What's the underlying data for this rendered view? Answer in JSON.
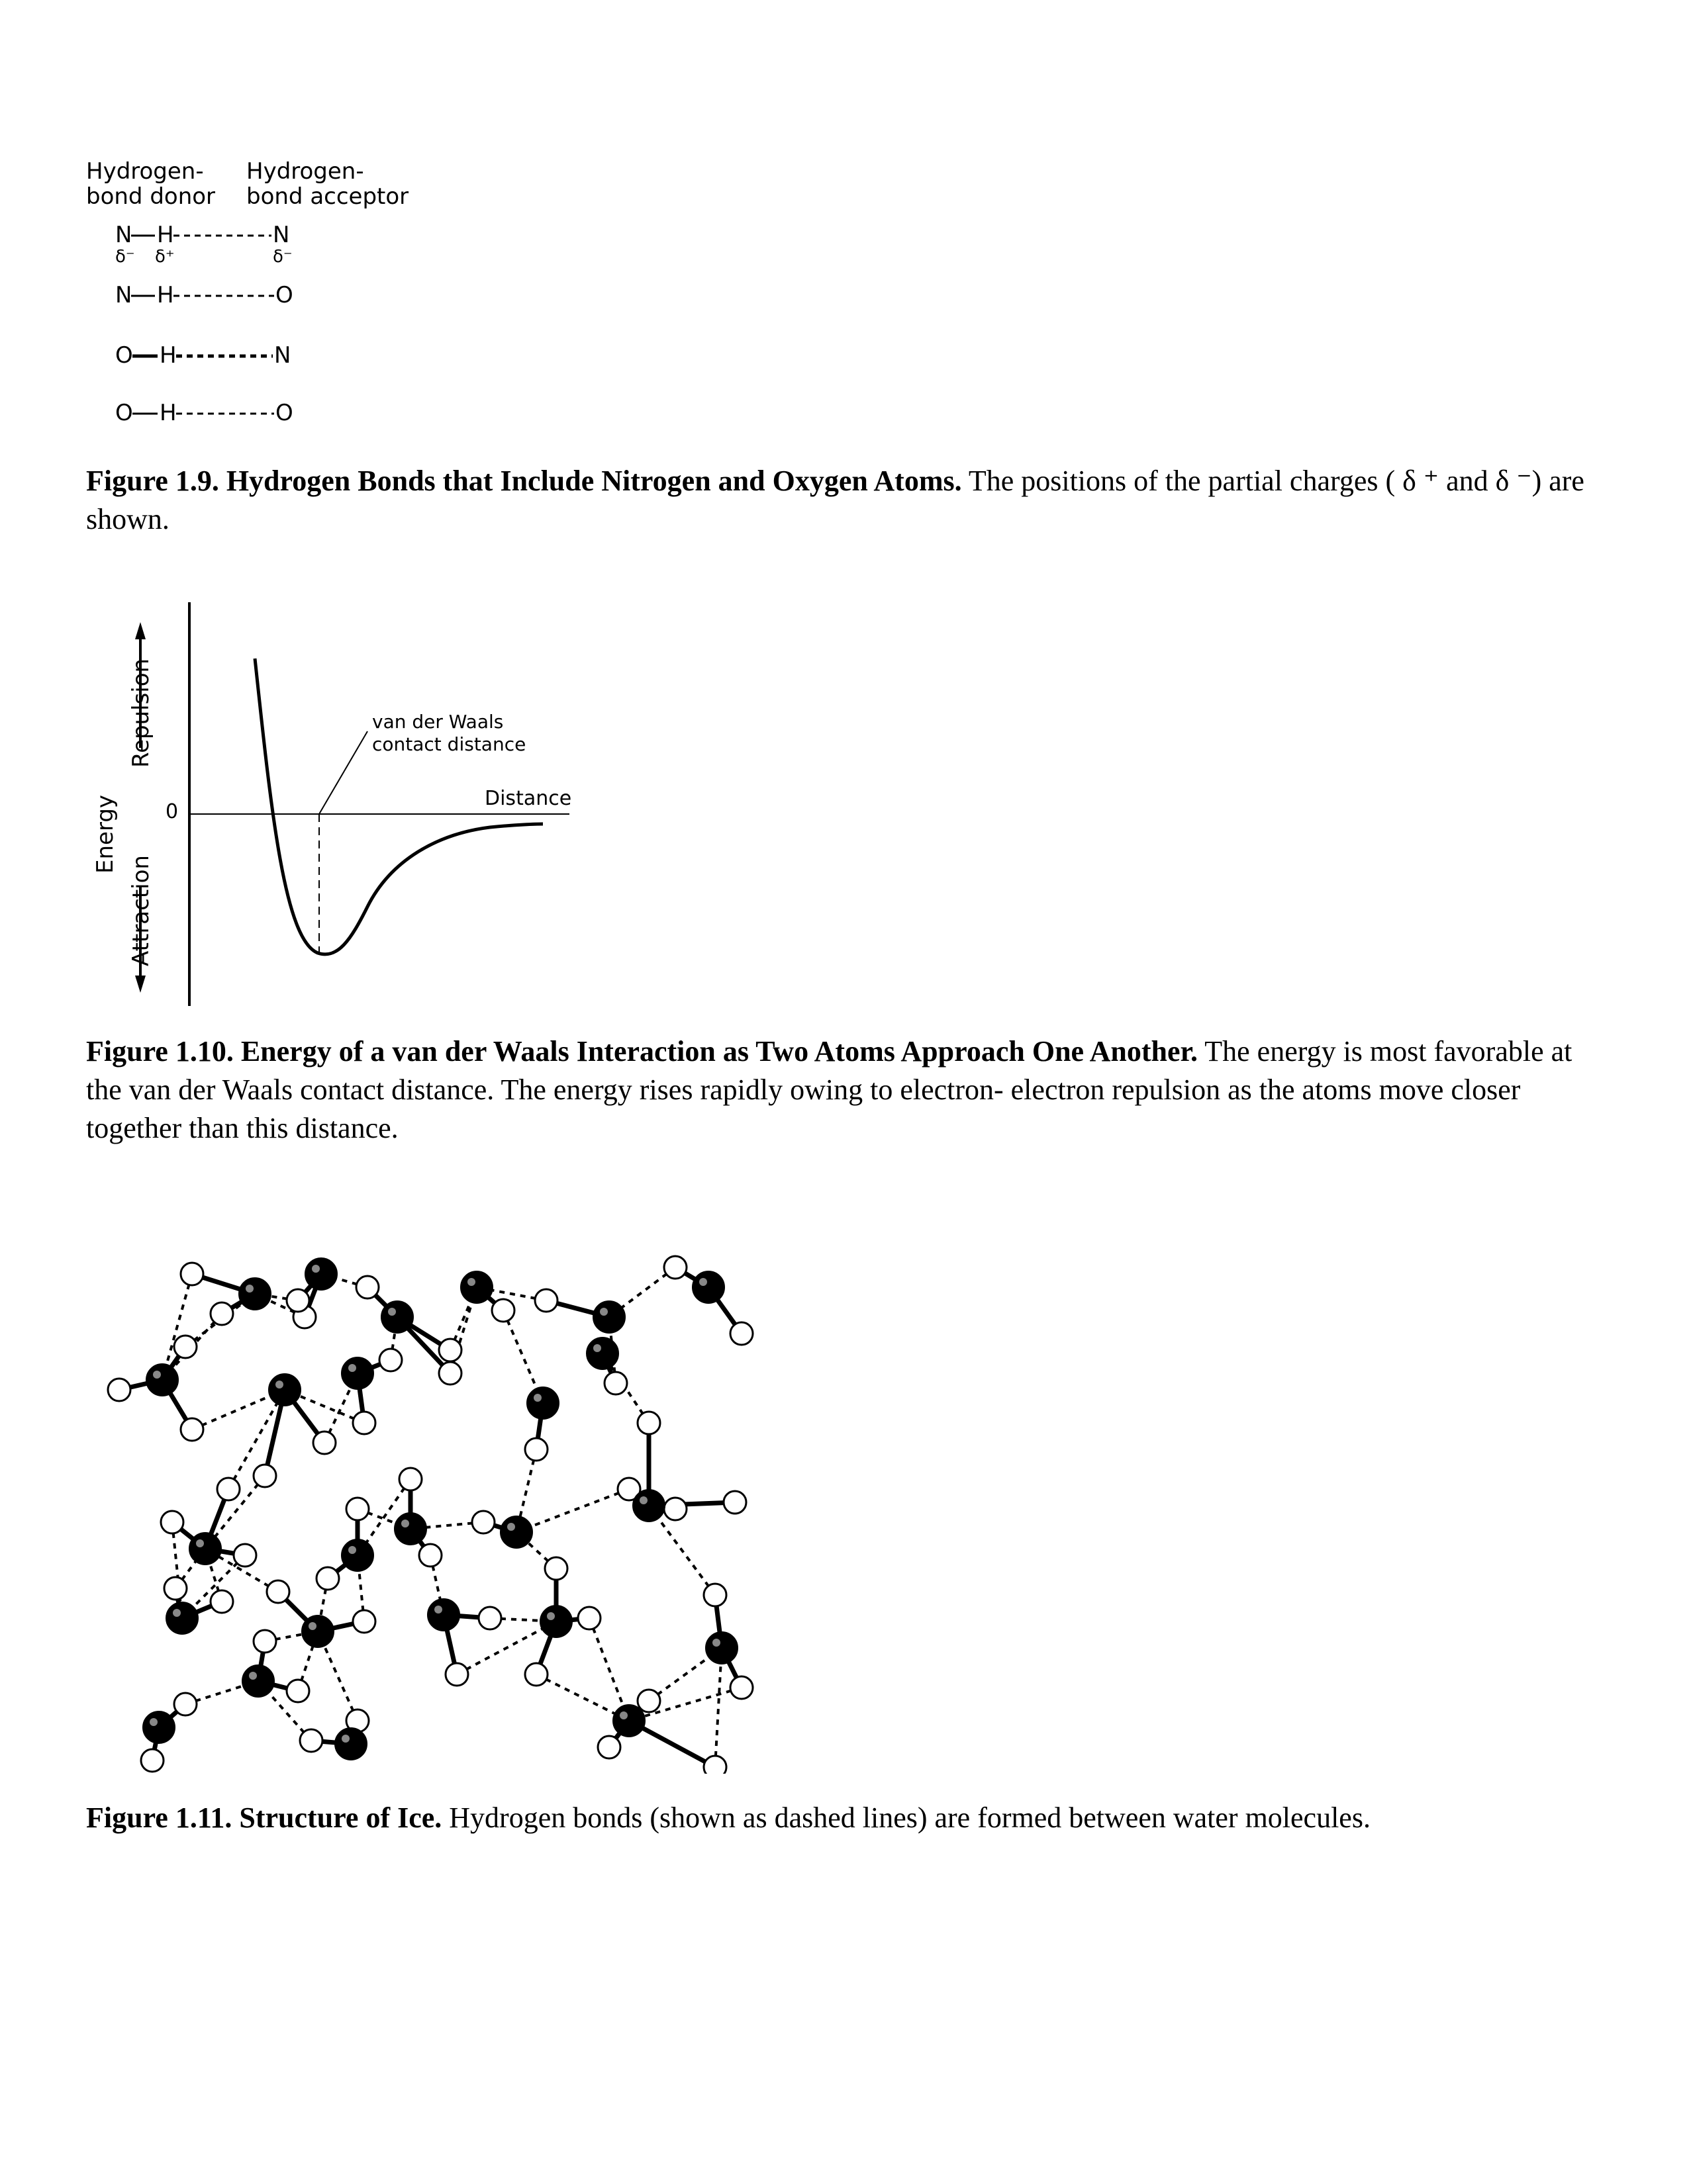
{
  "fig9": {
    "donor_header": [
      "Hydrogen-",
      "bond donor"
    ],
    "acceptor_header": [
      "Hydrogen-",
      "bond acceptor"
    ],
    "rows": [
      {
        "left": "N",
        "h": "H",
        "right": "N",
        "charges": {
          "left": "δ⁻",
          "h": "δ⁺",
          "right": "δ⁻"
        }
      },
      {
        "left": "N",
        "h": "H",
        "right": "O"
      },
      {
        "left": "O",
        "h": "H",
        "right": "N"
      },
      {
        "left": "O",
        "h": "H",
        "right": "O"
      }
    ],
    "caption_bold": "Figure 1.9. Hydrogen Bonds that Include Nitrogen and Oxygen Atoms.",
    "caption_text": " The positions of the partial charges ( δ ⁺ and δ ⁻) are shown."
  },
  "fig10": {
    "y_axis_label": "Energy",
    "repulsion_label": "Repulsion",
    "attraction_label": "Attraction",
    "zero_label": "0",
    "x_label": "Distance",
    "annotation": [
      "van der Waals",
      "contact distance"
    ],
    "caption_bold": "Figure 1.10. Energy of a van der Waals Interaction as Two Atoms Approach One Another.",
    "caption_text": " The energy is most favorable at the van der Waals contact distance. The energy rises rapidly owing to electron- electron repulsion as the atoms move closer together than this distance."
  },
  "fig11": {
    "caption_bold": "Figure 1.11. Structure of Ice.",
    "caption_text": " Hydrogen bonds (shown as dashed lines) are formed between water molecules."
  }
}
